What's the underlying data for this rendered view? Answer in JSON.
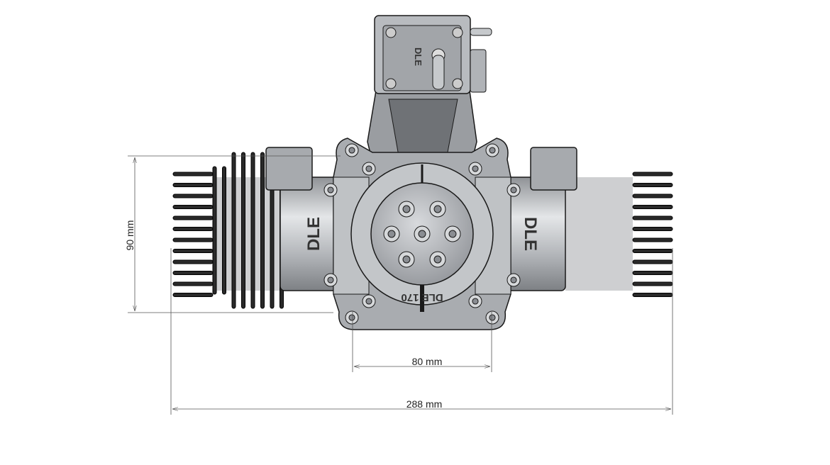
{
  "drawing": {
    "brand_cylinder_left": "DLE",
    "brand_cylinder_right": "DLE",
    "brand_carburetor": "DLE",
    "crankcase_marking": "DLE 170"
  },
  "dimensions": {
    "height": "90 mm",
    "mount_width": "80 mm",
    "overall_width": "288 mm"
  },
  "colors": {
    "metal": "#b9bcc0",
    "metal_dark": "#8a8d92",
    "outline": "#1a1a1a",
    "dimension": "#555555"
  }
}
